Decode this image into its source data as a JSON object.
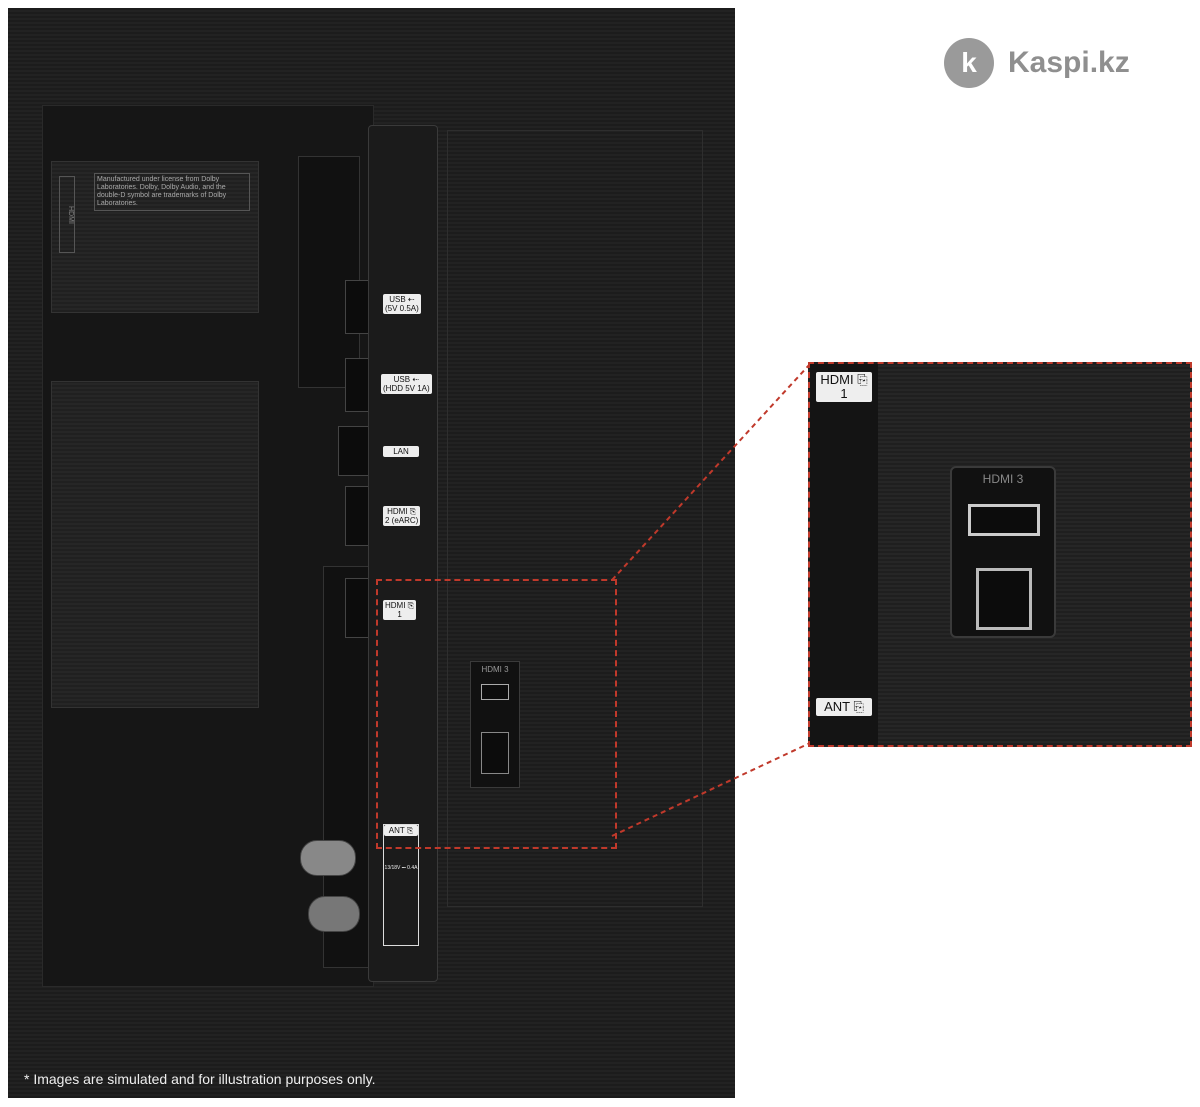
{
  "brand": {
    "name": "Kaspi.kz"
  },
  "labels": {
    "usb1": [
      "USB ⇠",
      "(5V 0.5A)"
    ],
    "usb2": [
      "USB ⇠",
      "(HDD 5V 1A)"
    ],
    "lan": "LAN",
    "hdmi2": [
      "HDMI ⎘",
      "2 (eARC)"
    ],
    "hdmi1": [
      "HDMI ⎘",
      "1"
    ],
    "ant": "ANT ⎘",
    "ant_power": "13/18V ⎓ 0.4A",
    "hdmi3": "HDMI 3",
    "dolby": "Manufactured under license from Dolby Laboratories. Dolby, Dolby Audio, and the double-D symbol are trademarks of Dolby Laboratories.",
    "hdmi_logo": "HDMI"
  },
  "caption": "* Images are simulated and for illustration purposes only.",
  "colors": {
    "accent": "#c0392b",
    "logo": "#9a9a9a"
  }
}
